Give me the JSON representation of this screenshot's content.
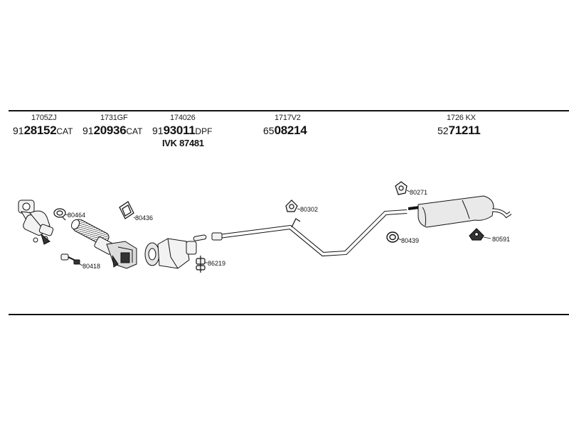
{
  "header_parts": [
    {
      "top": "1705ZJ",
      "prefix": "91",
      "main": "28152",
      "suffix": "CAT"
    },
    {
      "top": "1731GF",
      "prefix": "91",
      "main": "20936",
      "suffix": "CAT"
    },
    {
      "top": "174026",
      "prefix": "91",
      "main": "93011",
      "suffix": "DPF",
      "extra": "IVK 87481"
    },
    {
      "top": "1717V2",
      "prefix": "65",
      "main": "08214",
      "suffix": ""
    },
    {
      "top": "1726 KX",
      "prefix": "52",
      "main": "71211",
      "suffix": ""
    }
  ],
  "component_labels": {
    "c80464": "80464",
    "c80418": "80418",
    "c80436": "80436",
    "c86219": "86219",
    "c80302": "80302",
    "c80271": "80271",
    "c80439": "80439",
    "c80591": "80591"
  },
  "colors": {
    "line": "#111111",
    "part_fill": "#f2f2f2",
    "part_dark": "#333333"
  }
}
